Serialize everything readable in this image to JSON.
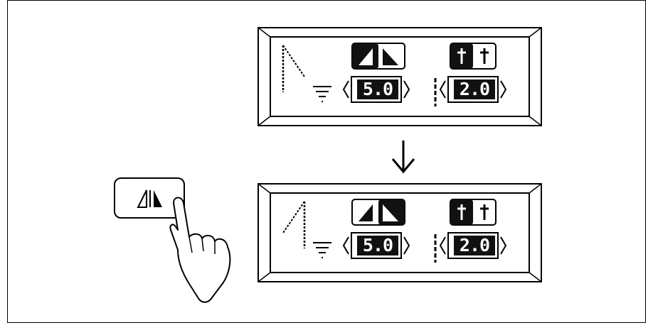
{
  "panels": [
    {
      "state": "before",
      "stitch_width": "5.0",
      "stitch_length": "2.0",
      "mirror_active": "left"
    },
    {
      "state": "after",
      "stitch_width": "5.0",
      "stitch_length": "2.0",
      "mirror_active": "right"
    }
  ],
  "icons": {
    "key": "mirror-image-key-icon",
    "hand": "pointing-hand-icon",
    "arrow": "down-arrow-icon",
    "width": "stitch-width-icon",
    "length": "stitch-length-icon",
    "mirror": "mirror-toggle-icon",
    "needle": "needle-position-icon"
  },
  "colors": {
    "line": "#000000",
    "lcd_fill": "#111111",
    "background": "#ffffff"
  }
}
